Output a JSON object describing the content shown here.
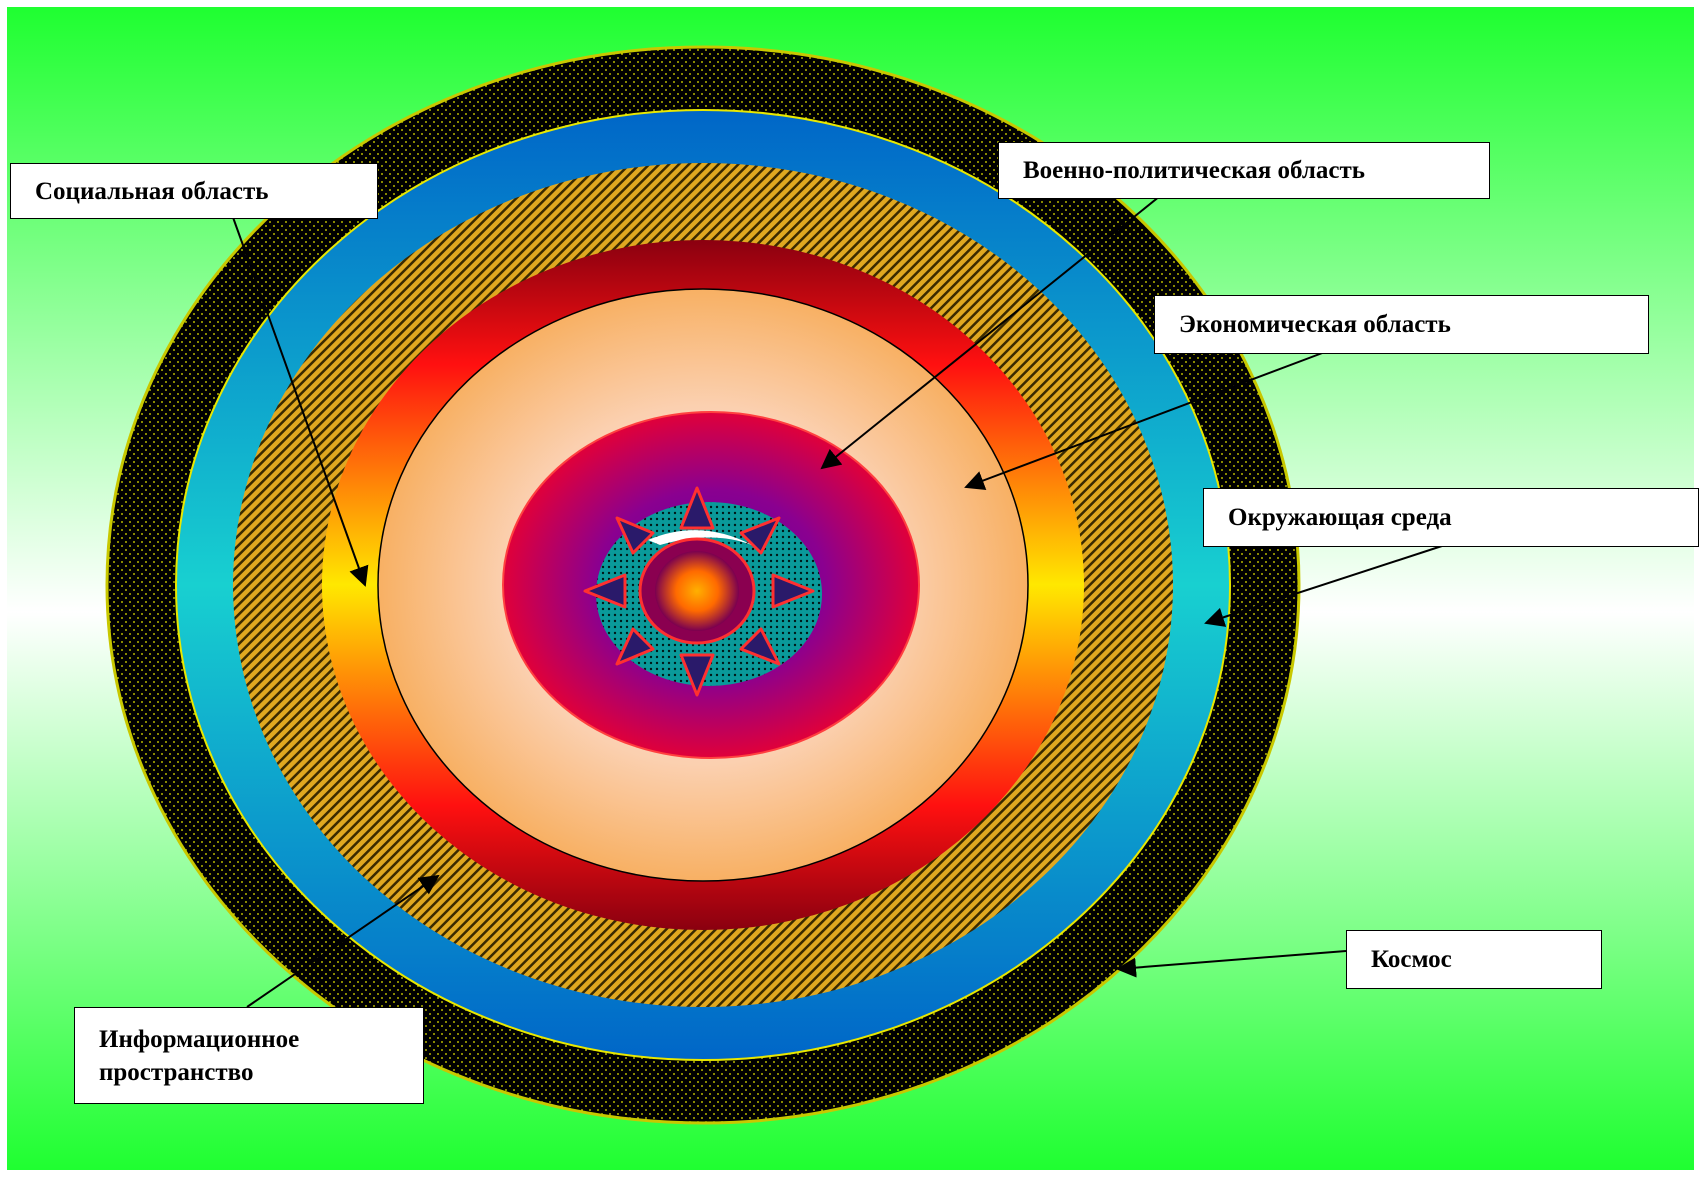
{
  "labels": {
    "social": "Социальная область",
    "military_political": "Военно-политическая область",
    "economic": "Экономическая область",
    "environment": "Окружающая среда",
    "cosmos": "Космос",
    "information_space": "Информационное\nпространство"
  },
  "colors": {
    "background_green": "#1cff2e",
    "outer_ring": "#000000",
    "outer_ring_dots": "#e8e800",
    "blue_ring": "#1e90e0",
    "hatched_ring": "#d9a21a",
    "red_ring": "#e8001a",
    "peach_area": "#f7b060",
    "core_magenta": "#c0004a",
    "core_purple": "#6e0090",
    "teal_disk": "#0aa0a0",
    "star_points": "#2a1a6a"
  }
}
